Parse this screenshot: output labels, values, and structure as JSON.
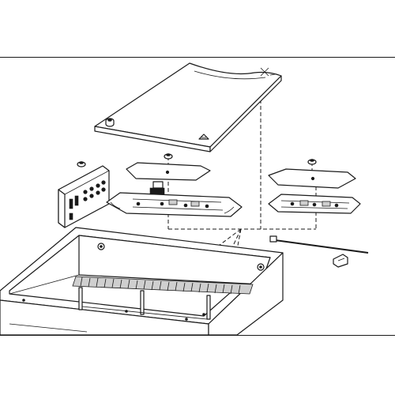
{
  "diagram": {
    "components": [
      "lid",
      "lid-screw",
      "side-bracket",
      "splice-tray-cover",
      "splice-tray",
      "small-splice-tray-cover",
      "small-splice-tray",
      "cable-tie",
      "cable-clip",
      "enclosure-base"
    ]
  }
}
